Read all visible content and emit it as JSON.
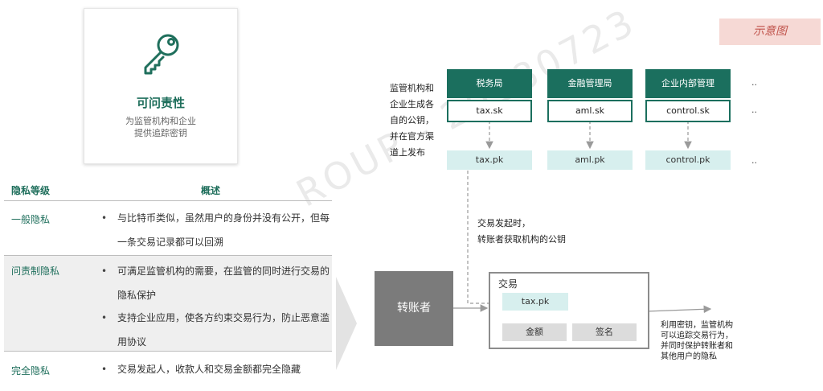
{
  "card": {
    "icon": "key-icon",
    "title": "可问责性",
    "desc_lines": [
      "为监管机构和企业",
      "提供追踪密钥"
    ]
  },
  "badge": "示意图",
  "watermark": "ROUP - 20180723",
  "table": {
    "headers": [
      "隐私等级",
      "概述"
    ],
    "rows": [
      {
        "level": "一般隐私",
        "items": [
          "与比特币类似，虽然用户的身份并没有公开，但每一条交易记录都可以回溯"
        ]
      },
      {
        "level": "问责制隐私",
        "items": [
          "可满足监管机构的需要，在监管的同时进行交易的隐私保护",
          "支持企业应用，使各方约束交易行为，防止恶意滥用协议"
        ]
      },
      {
        "level": "完全隐私",
        "items": [
          "交易发起人，收款人和交易金额都完全隐藏"
        ]
      }
    ],
    "bullet": "•"
  },
  "diagram": {
    "org_note": "监管机构和企业生成各自的公钥，并在官方渠道上发布",
    "orgs": [
      {
        "name": "税务局",
        "sk": "tax.sk",
        "pk": "tax.pk"
      },
      {
        "name": "金融管理局",
        "sk": "aml.sk",
        "pk": "aml.pk"
      },
      {
        "name": "企业内部管理",
        "sk": "control.sk",
        "pk": "control.pk"
      }
    ],
    "dots": "..",
    "fetch_note": [
      "交易发起时，",
      "转账者获取机构的公钥"
    ],
    "sender": "转账者",
    "tx": {
      "title": "交易",
      "pk": "tax.pk",
      "amount": "金额",
      "signature": "签名"
    },
    "result_note": "利用密钥，监管机构可以追踪交易行为，并同时保护转账者和其他用户的隐私"
  },
  "colors": {
    "teal": "#1b6f5e",
    "pk_fill": "#d7efee",
    "badge_bg": "#f6d9d5",
    "badge_text": "#c0534b"
  }
}
